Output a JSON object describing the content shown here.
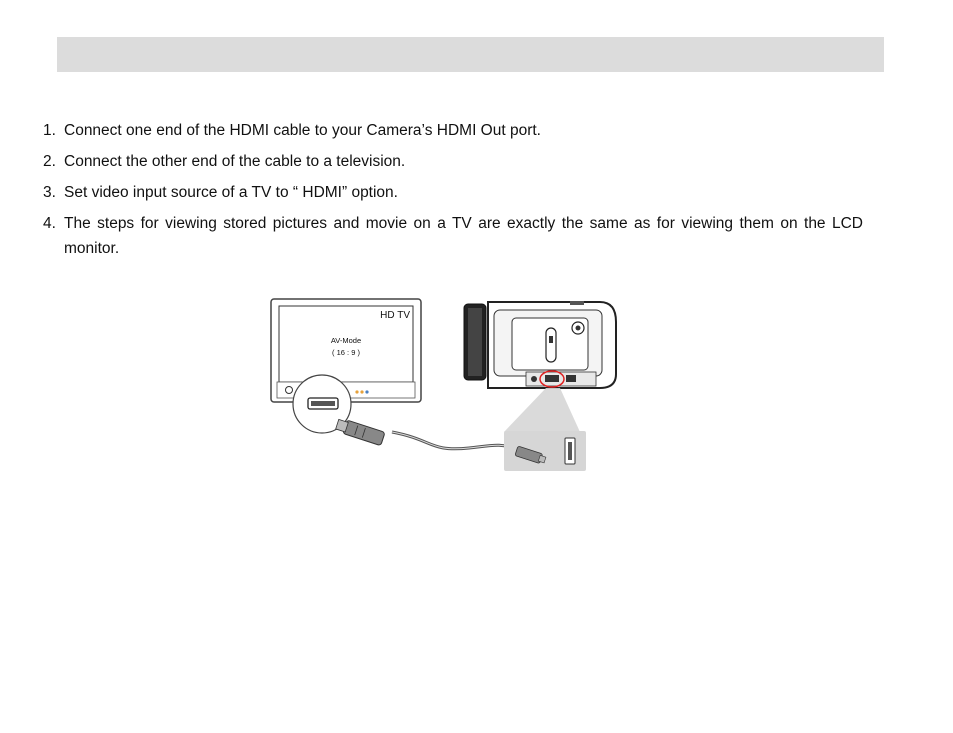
{
  "steps": [
    {
      "num": "1.",
      "text": "Connect one end of the HDMI cable to your Camera’s HDMI Out port."
    },
    {
      "num": "2.",
      "text": "Connect the other end of the cable to a television."
    },
    {
      "num": "3.",
      "text": "Set video input source of a TV to “ HDMI” option."
    },
    {
      "num": "4.",
      "text": "The steps for viewing stored pictures and movie on a TV are exactly the same as for viewing them on the LCD monitor."
    }
  ],
  "illustration": {
    "tv_label": "HD TV",
    "tv_mode": "AV-Mode",
    "tv_ratio": "( 16 : 9 )"
  }
}
